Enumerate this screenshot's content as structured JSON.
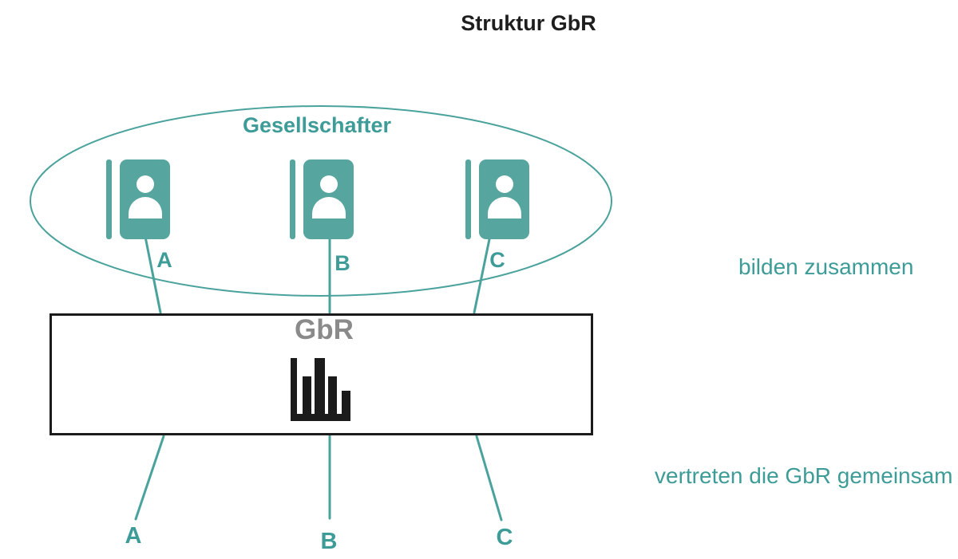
{
  "title": "Struktur GbR",
  "group": {
    "label": "Gesellschafter",
    "members": [
      {
        "label": "A",
        "icon": "contact-card-icon"
      },
      {
        "label": "B",
        "icon": "contact-card-icon"
      },
      {
        "label": "C",
        "icon": "contact-card-icon"
      }
    ]
  },
  "company": {
    "label": "GbR",
    "icon": "bar-chart-icon"
  },
  "representatives": [
    "A",
    "B",
    "C"
  ],
  "annotations": {
    "form_together": "bilden zusammen",
    "represent": "vertreten die GbR gemeinsam"
  },
  "colors": {
    "teal_fill": "#56A69F",
    "teal_stroke": "#4AA29C",
    "teal_text": "#3D9C97",
    "gray_text": "#8A8A8A",
    "black": "#1B1B1B"
  }
}
